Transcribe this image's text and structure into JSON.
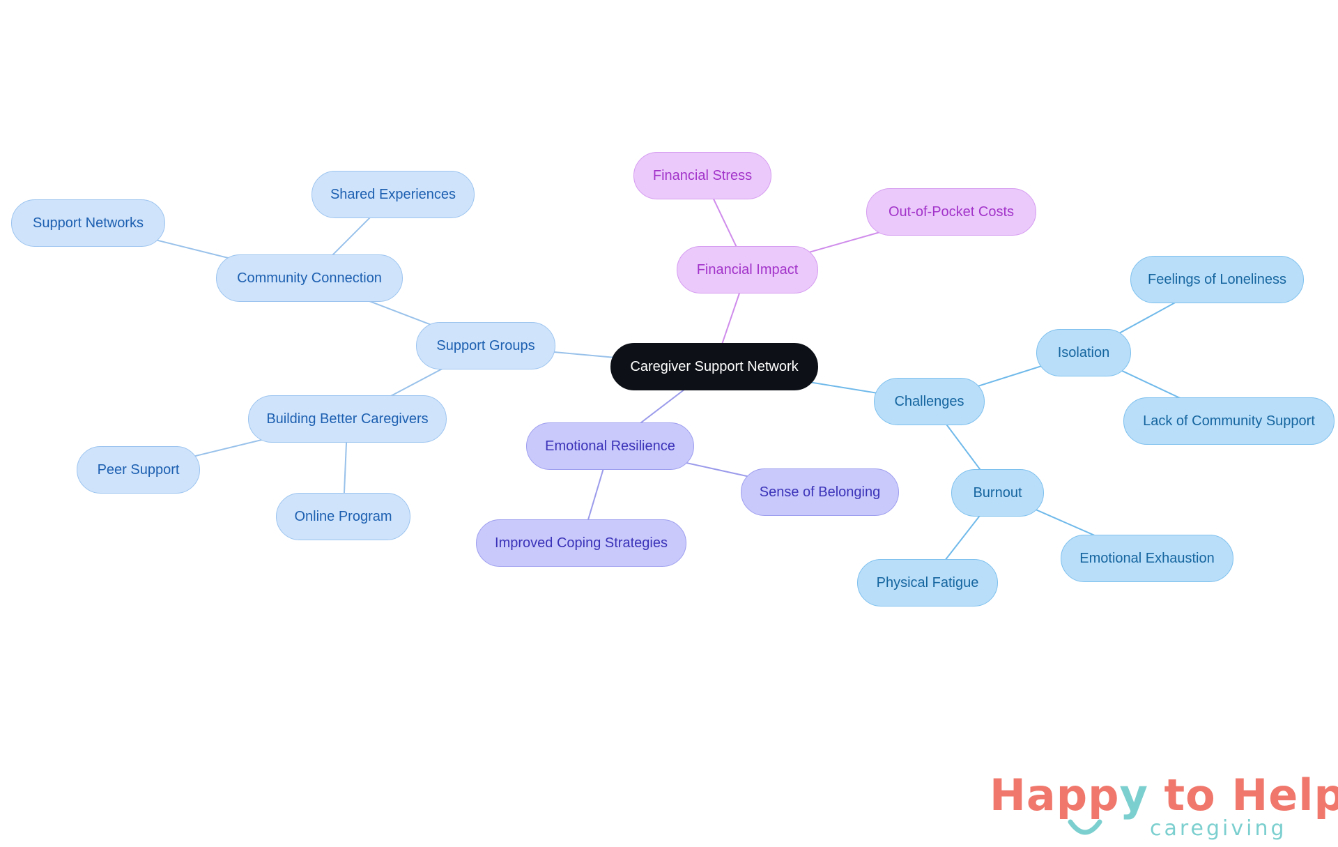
{
  "diagram": {
    "palette": {
      "center": {
        "fill": "#0d1117",
        "stroke": "#0d1117",
        "text": "#ffffff",
        "edge": "#0d1117"
      },
      "support": {
        "fill": "#cfe3fb",
        "stroke": "#9cc4ef",
        "text": "#1c5fb0",
        "edge": "#98c1ea"
      },
      "financial": {
        "fill": "#ebc9fb",
        "stroke": "#d59cf0",
        "text": "#a233c9",
        "edge": "#cf8ceb"
      },
      "challenges": {
        "fill": "#b9def9",
        "stroke": "#7dc0ee",
        "text": "#15659f",
        "edge": "#6fb9ea"
      },
      "emotional": {
        "fill": "#c9c9fb",
        "stroke": "#9e9ef0",
        "text": "#3a32b8",
        "edge": "#9a9aeb"
      }
    },
    "nodes": [
      {
        "id": "center",
        "label": "Caregiver Support Network",
        "group": "center"
      },
      {
        "id": "support_groups",
        "label": "Support Groups",
        "group": "support"
      },
      {
        "id": "community_connection",
        "label": "Community Connection",
        "group": "support"
      },
      {
        "id": "shared_experiences",
        "label": "Shared Experiences",
        "group": "support"
      },
      {
        "id": "support_networks",
        "label": "Support Networks",
        "group": "support"
      },
      {
        "id": "building_better",
        "label": "Building Better Caregivers",
        "group": "support"
      },
      {
        "id": "peer_support",
        "label": "Peer Support",
        "group": "support"
      },
      {
        "id": "online_program",
        "label": "Online Program",
        "group": "support"
      },
      {
        "id": "financial_impact",
        "label": "Financial Impact",
        "group": "financial"
      },
      {
        "id": "financial_stress",
        "label": "Financial Stress",
        "group": "financial"
      },
      {
        "id": "out_of_pocket",
        "label": "Out-of-Pocket Costs",
        "group": "financial"
      },
      {
        "id": "challenges",
        "label": "Challenges",
        "group": "challenges"
      },
      {
        "id": "isolation",
        "label": "Isolation",
        "group": "challenges"
      },
      {
        "id": "loneliness",
        "label": "Feelings of Loneliness",
        "group": "challenges"
      },
      {
        "id": "lack_community",
        "label": "Lack of Community Support",
        "group": "challenges"
      },
      {
        "id": "burnout",
        "label": "Burnout",
        "group": "challenges"
      },
      {
        "id": "emotional_exhaustion",
        "label": "Emotional Exhaustion",
        "group": "challenges"
      },
      {
        "id": "physical_fatigue",
        "label": "Physical Fatigue",
        "group": "challenges"
      },
      {
        "id": "emotional_resilience",
        "label": "Emotional Resilience",
        "group": "emotional"
      },
      {
        "id": "sense_belonging",
        "label": "Sense of Belonging",
        "group": "emotional"
      },
      {
        "id": "coping_strategies",
        "label": "Improved Coping Strategies",
        "group": "emotional"
      }
    ],
    "edges": [
      {
        "from": "center",
        "to": "support_groups"
      },
      {
        "from": "support_groups",
        "to": "community_connection"
      },
      {
        "from": "community_connection",
        "to": "shared_experiences"
      },
      {
        "from": "community_connection",
        "to": "support_networks"
      },
      {
        "from": "support_groups",
        "to": "building_better"
      },
      {
        "from": "building_better",
        "to": "peer_support"
      },
      {
        "from": "building_better",
        "to": "online_program"
      },
      {
        "from": "center",
        "to": "financial_impact"
      },
      {
        "from": "financial_impact",
        "to": "financial_stress"
      },
      {
        "from": "financial_impact",
        "to": "out_of_pocket"
      },
      {
        "from": "center",
        "to": "challenges"
      },
      {
        "from": "challenges",
        "to": "isolation"
      },
      {
        "from": "isolation",
        "to": "loneliness"
      },
      {
        "from": "isolation",
        "to": "lack_community"
      },
      {
        "from": "challenges",
        "to": "burnout"
      },
      {
        "from": "burnout",
        "to": "emotional_exhaustion"
      },
      {
        "from": "burnout",
        "to": "physical_fatigue"
      },
      {
        "from": "center",
        "to": "emotional_resilience"
      },
      {
        "from": "emotional_resilience",
        "to": "sense_belonging"
      },
      {
        "from": "emotional_resilience",
        "to": "coping_strategies"
      }
    ]
  },
  "logo": {
    "part1": "Happ",
    "part2": "y",
    "part3": " to Help",
    "tagline": "caregiving",
    "primary_color": "#f0776b",
    "secondary_color": "#7ccfcf"
  }
}
